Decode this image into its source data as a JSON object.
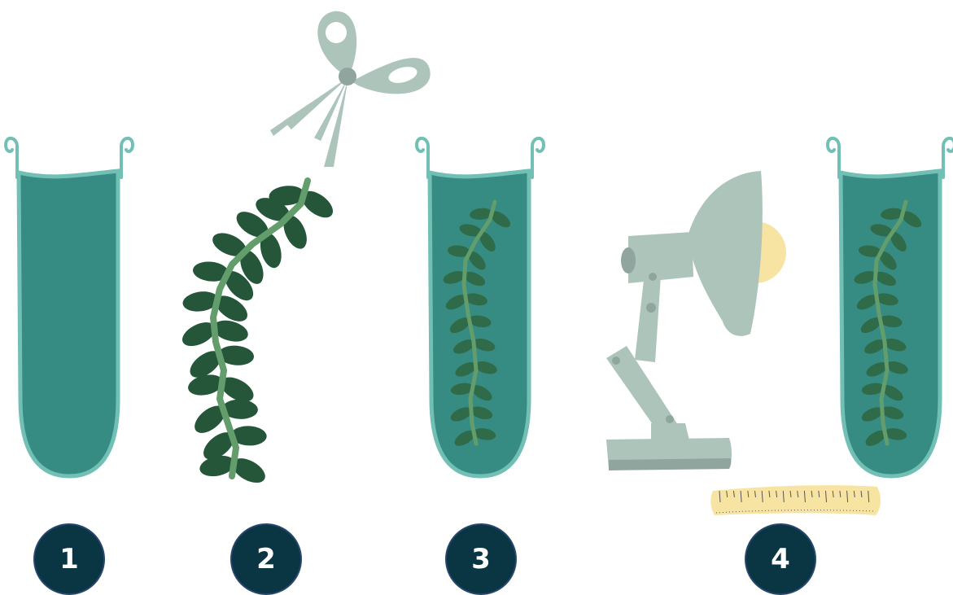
{
  "colors": {
    "badge_fill": "#0a3644",
    "badge_ring": "#27466e",
    "tube_fill": "#368c83",
    "tube_outline": "#72c0b5",
    "leaf_dark": "#25563a",
    "leaf_in_tube": "#2f6a49",
    "stem": "#629d6b",
    "lamp": "#adc4bb",
    "lamp_shadow": "#8fa59d",
    "bulb": "#f8e4a2",
    "scissors": "#adc4bb",
    "ruler": "#f8e4a2",
    "ruler_marks": "#555555"
  },
  "steps": [
    {
      "number": "1",
      "illustration": "tube-with-liquid"
    },
    {
      "number": "2",
      "illustration": "scissors-cutting-plant"
    },
    {
      "number": "3",
      "illustration": "plant-in-tube"
    },
    {
      "number": "4",
      "illustration": "lamp-ruler-plant-in-tube"
    }
  ]
}
